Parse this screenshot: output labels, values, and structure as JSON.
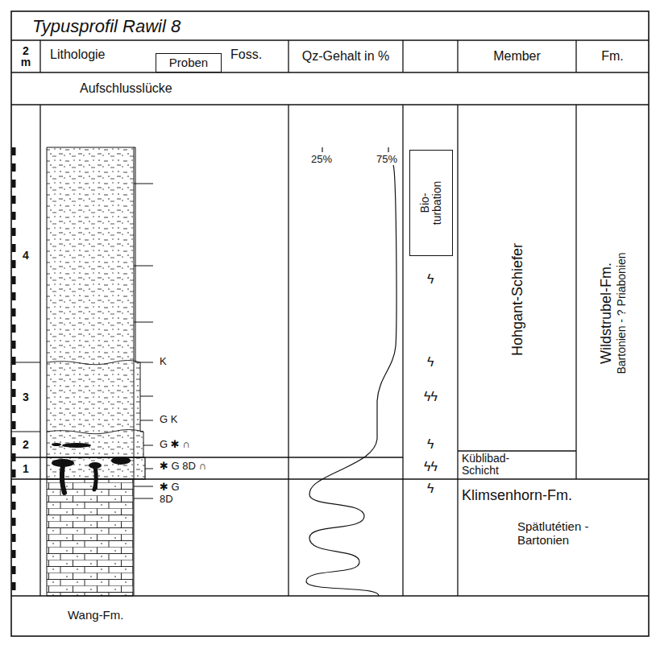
{
  "diagram": {
    "title": "Typusprofil Rawil 8",
    "nodes": [
      {
        "text": [
          "2 m"
        ]
      },
      {
        "text": [
          "Lithologie",
          "Foss."
        ]
      },
      {
        "text": [
          "Proben"
        ],
        "in": 1
      },
      {
        "text": [
          "Qz-Gehalt in %"
        ]
      },
      {
        "text": [
          "Member"
        ]
      },
      {
        "text": [
          "Fm."
        ]
      },
      {
        "text": [
          "Aufschlusslücke"
        ]
      },
      {
        "text": [
          "4"
        ]
      },
      {
        "text": [
          "3"
        ]
      },
      {
        "text": [
          "2"
        ]
      },
      {
        "text": [
          "1"
        ]
      },
      {
        "text": [
          "Bio- turbation"
        ]
      },
      {
        "text": [
          "Hohgant-Schiefer"
        ]
      },
      {
        "text": [
          "Küblibad- Schicht"
        ]
      },
      {
        "text": [
          "Wildstrubel-Fm.",
          "Bartonien - ? Priabonien"
        ]
      },
      {
        "text": [
          "Klimsenhorn-Fm.",
          "Spätlutétien - Bartonien"
        ]
      },
      {
        "text": [
          "Wang-Fm."
        ]
      }
    ],
    "labels": [
      "25%",
      "75%",
      "ϟ",
      "K",
      "ϟ",
      "G K",
      "ϟϟ",
      "G ✱ ∩",
      "ϟ",
      "✱ G 8D ∩",
      "ϟϟ",
      "✱ G",
      "ϟ",
      "8D"
    ]
  }
}
